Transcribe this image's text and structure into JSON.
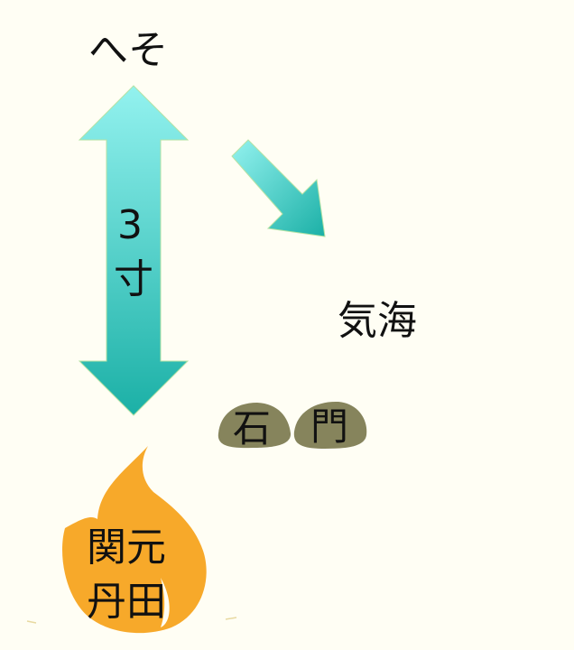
{
  "labels": {
    "navel": "へそ",
    "distance_number": "3",
    "distance_unit": "寸",
    "qihai": "気海",
    "shimon_1": "石",
    "shimon_2": "門",
    "kangen_1": "関元",
    "kangen_2": "丹田"
  },
  "colors": {
    "arrow_top": "#8ff0ef",
    "arrow_bottom": "#1eb5aa",
    "stone": "#86845c",
    "flame": "#f7a92a",
    "flame_inner": "#ffd21a"
  }
}
